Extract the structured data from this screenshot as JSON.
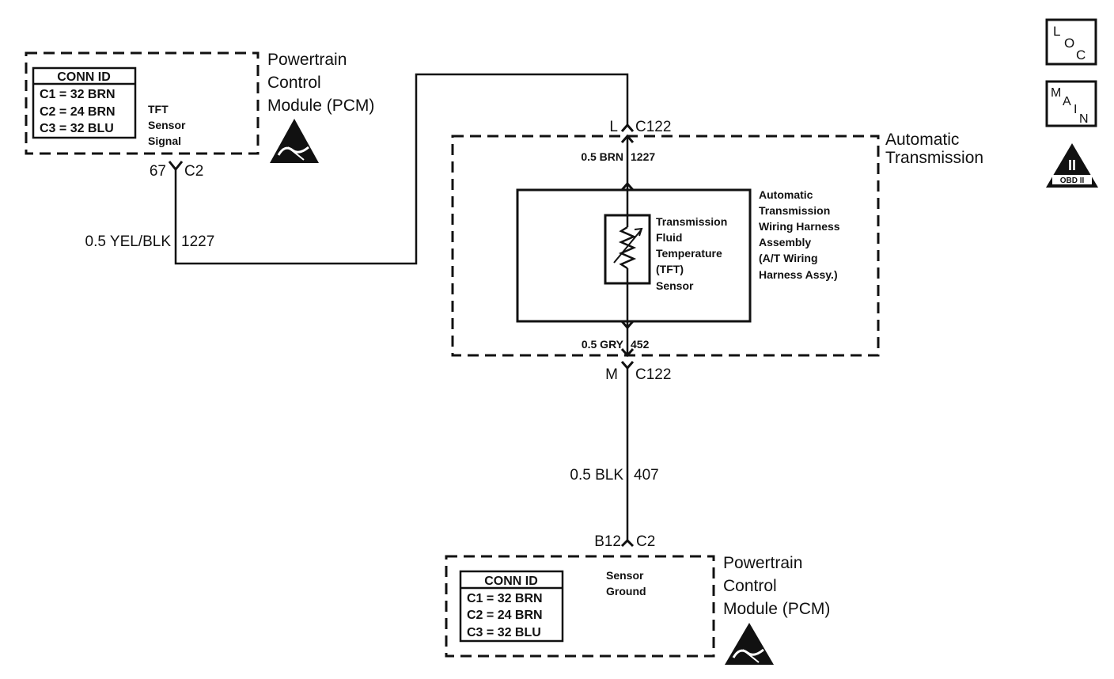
{
  "pcm_top": {
    "title_lines": [
      "Powertrain",
      "Control",
      "Module (PCM)"
    ],
    "conn_id_header": "CONN ID",
    "conn_rows": [
      "C1 = 32 BRN",
      "C2 = 24 BRN",
      "C3 = 32 BLU"
    ],
    "signal_lines": [
      "TFT",
      "Sensor",
      "Signal"
    ],
    "pin": "67",
    "connector": "C2"
  },
  "wire_top": {
    "gauge_color": "0.5 YEL/BLK",
    "circuit": "1227"
  },
  "connector_top": {
    "pin": "L",
    "name": "C122"
  },
  "transmission": {
    "title_lines": [
      "Automatic",
      "Transmission"
    ],
    "wire_upper": {
      "gauge_color": "0.5 BRN",
      "circuit": "1227"
    },
    "wire_lower": {
      "gauge_color": "0.5 GRY",
      "circuit": "452"
    },
    "harness_lines": [
      "Automatic",
      "Transmission",
      "Wiring Harness",
      "Assembly",
      "(A/T Wiring",
      "Harness Assy.)"
    ],
    "sensor_lines": [
      "Transmission",
      "Fluid",
      "Temperature",
      "(TFT)",
      "Sensor"
    ]
  },
  "connector_bottom": {
    "pin": "M",
    "name": "C122"
  },
  "wire_bottom": {
    "gauge_color": "0.5 BLK",
    "circuit": "407"
  },
  "pcm_bottom": {
    "pin": "B12",
    "connector": "C2",
    "title_lines": [
      "Powertrain",
      "Control",
      "Module (PCM)"
    ],
    "conn_id_header": "CONN ID",
    "conn_rows": [
      "C1 = 32 BRN",
      "C2 = 24 BRN",
      "C3 = 32 BLU"
    ],
    "ground_lines": [
      "Sensor",
      "Ground"
    ]
  },
  "icons": {
    "loc": [
      "L",
      "O",
      "C"
    ],
    "main": [
      "M",
      "A",
      "I",
      "N"
    ],
    "obd": [
      "II",
      "OBD II"
    ]
  }
}
